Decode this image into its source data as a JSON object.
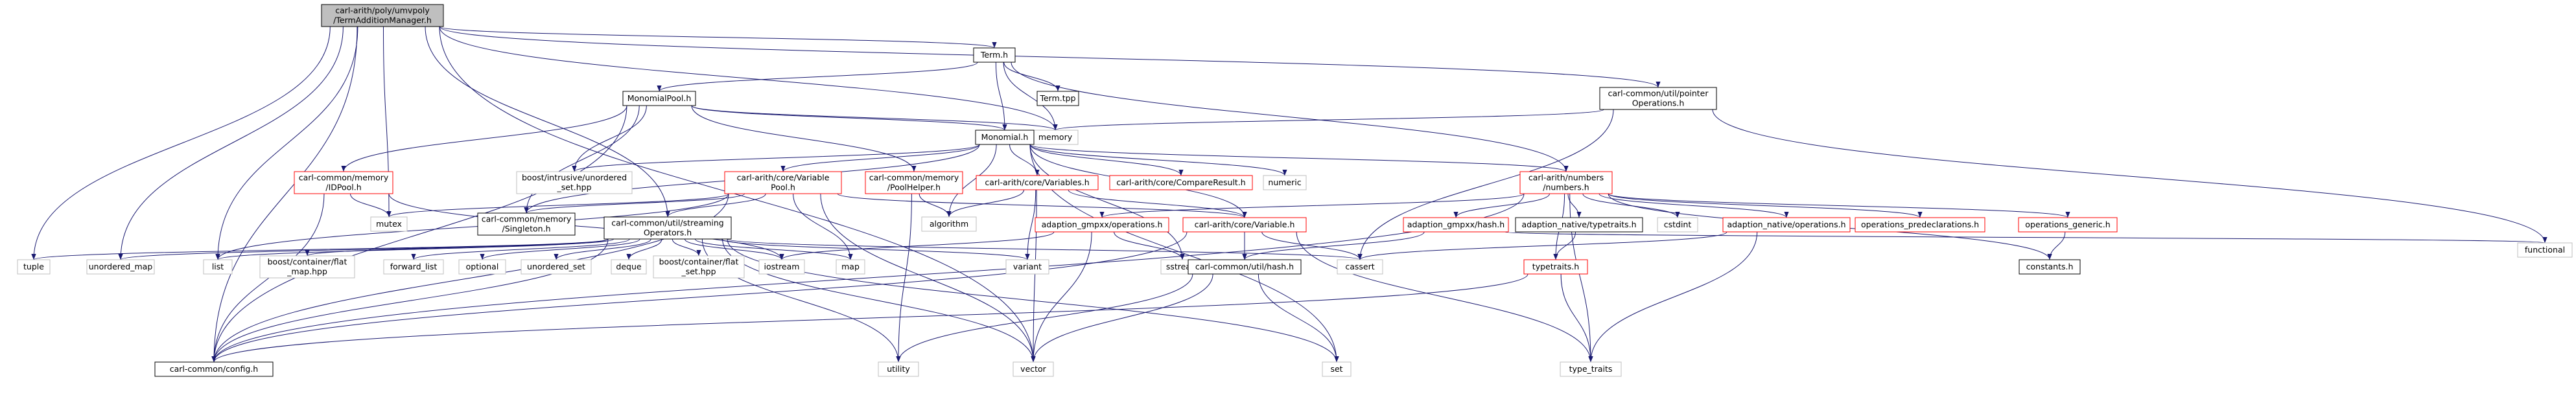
{
  "diagram": {
    "type": "include-dependency-graph",
    "colors": {
      "edge": "#191970",
      "text": "#000000",
      "black_border": "#000000",
      "red_border": "#ff0000",
      "gray_border": "#bfbfbf",
      "root_fill": "#bfbfbf",
      "fill": "#ffffff"
    },
    "nodes": [
      {
        "id": "root",
        "lines": [
          "carl-arith/poly/umvpoly",
          "/TermAdditionManager.h"
        ],
        "style": "root"
      },
      {
        "id": "term_h",
        "lines": [
          "Term.h"
        ],
        "style": "black"
      },
      {
        "id": "monomialpool",
        "lines": [
          "MonomialPool.h"
        ],
        "style": "black"
      },
      {
        "id": "term_tpp",
        "lines": [
          "Term.tpp"
        ],
        "style": "black"
      },
      {
        "id": "pointerops",
        "lines": [
          "carl-common/util/pointer",
          "Operations.h"
        ],
        "style": "black"
      },
      {
        "id": "memory",
        "lines": [
          "memory"
        ],
        "style": "gray"
      },
      {
        "id": "monomial",
        "lines": [
          "Monomial.h"
        ],
        "style": "black"
      },
      {
        "id": "iopool",
        "lines": [
          "carl-common/memory",
          "/IDPool.h"
        ],
        "style": "red"
      },
      {
        "id": "boostintrusive",
        "lines": [
          "boost/intrusive/unordered",
          "_set.hpp"
        ],
        "style": "gray"
      },
      {
        "id": "varpool",
        "lines": [
          "carl-arith/core/Variable",
          "Pool.h"
        ],
        "style": "red"
      },
      {
        "id": "poolhelper",
        "lines": [
          "carl-common/memory",
          "/PoolHelper.h"
        ],
        "style": "red"
      },
      {
        "id": "variables",
        "lines": [
          "carl-arith/core/Variables.h"
        ],
        "style": "red"
      },
      {
        "id": "compareresult",
        "lines": [
          "carl-arith/core/CompareResult.h"
        ],
        "style": "red"
      },
      {
        "id": "numeric",
        "lines": [
          "numeric"
        ],
        "style": "gray"
      },
      {
        "id": "numbers",
        "lines": [
          "carl-arith/numbers",
          "/numbers.h"
        ],
        "style": "red"
      },
      {
        "id": "functional",
        "lines": [
          "functional"
        ],
        "style": "gray"
      },
      {
        "id": "mutex",
        "lines": [
          "mutex"
        ],
        "style": "gray"
      },
      {
        "id": "singleton",
        "lines": [
          "carl-common/memory",
          "/Singleton.h"
        ],
        "style": "black"
      },
      {
        "id": "algorithm",
        "lines": [
          "algorithm"
        ],
        "style": "gray"
      },
      {
        "id": "streaming",
        "lines": [
          "carl-common/util/streaming",
          "Operators.h"
        ],
        "style": "black"
      },
      {
        "id": "variable",
        "lines": [
          "carl-arith/core/Variable.h"
        ],
        "style": "red"
      },
      {
        "id": "gmpxxops",
        "lines": [
          "adaption_gmpxx/operations.h"
        ],
        "style": "red"
      },
      {
        "id": "sstream",
        "lines": [
          "sstream"
        ],
        "style": "gray"
      },
      {
        "id": "gmpxxhash",
        "lines": [
          "adaption_gmpxx/hash.h"
        ],
        "style": "red"
      },
      {
        "id": "nativetypetraits",
        "lines": [
          "adaption_native/typetraits.h"
        ],
        "style": "black"
      },
      {
        "id": "cstdint",
        "lines": [
          "cstdint"
        ],
        "style": "gray"
      },
      {
        "id": "nativeops",
        "lines": [
          "adaption_native/operations.h"
        ],
        "style": "red"
      },
      {
        "id": "predecl",
        "lines": [
          "operations_predeclarations.h"
        ],
        "style": "red"
      },
      {
        "id": "opsgeneric",
        "lines": [
          "operations_generic.h"
        ],
        "style": "red"
      },
      {
        "id": "tuple",
        "lines": [
          "tuple"
        ],
        "style": "gray"
      },
      {
        "id": "unordered_map",
        "lines": [
          "unordered_map"
        ],
        "style": "gray"
      },
      {
        "id": "list",
        "lines": [
          "list"
        ],
        "style": "gray"
      },
      {
        "id": "flatmap",
        "lines": [
          "boost/container/flat",
          "_map.hpp"
        ],
        "style": "gray"
      },
      {
        "id": "forward_list",
        "lines": [
          "forward_list"
        ],
        "style": "gray"
      },
      {
        "id": "optional",
        "lines": [
          "optional"
        ],
        "style": "gray"
      },
      {
        "id": "unordered_set",
        "lines": [
          "unordered_set"
        ],
        "style": "gray"
      },
      {
        "id": "deque",
        "lines": [
          "deque"
        ],
        "style": "gray"
      },
      {
        "id": "flatset",
        "lines": [
          "boost/container/flat",
          "_set.hpp"
        ],
        "style": "gray"
      },
      {
        "id": "iostream",
        "lines": [
          "iostream"
        ],
        "style": "gray"
      },
      {
        "id": "map",
        "lines": [
          "map"
        ],
        "style": "gray"
      },
      {
        "id": "variant",
        "lines": [
          "variant"
        ],
        "style": "gray"
      },
      {
        "id": "cassert",
        "lines": [
          "cassert"
        ],
        "style": "gray"
      },
      {
        "id": "utilhash",
        "lines": [
          "carl-common/util/hash.h"
        ],
        "style": "black"
      },
      {
        "id": "typetraits_h",
        "lines": [
          "typetraits.h"
        ],
        "style": "red"
      },
      {
        "id": "constants",
        "lines": [
          "constants.h"
        ],
        "style": "black"
      },
      {
        "id": "config",
        "lines": [
          "carl-common/config.h"
        ],
        "style": "black"
      },
      {
        "id": "utility",
        "lines": [
          "utility"
        ],
        "style": "gray"
      },
      {
        "id": "vector",
        "lines": [
          "vector"
        ],
        "style": "gray"
      },
      {
        "id": "set",
        "lines": [
          "set"
        ],
        "style": "gray"
      },
      {
        "id": "type_traits",
        "lines": [
          "type_traits"
        ],
        "style": "gray"
      }
    ],
    "edges": [
      [
        "root",
        "term_h"
      ],
      [
        "root",
        "pointerops"
      ],
      [
        "root",
        "memory"
      ],
      [
        "root",
        "mutex"
      ],
      [
        "root",
        "streaming"
      ],
      [
        "root",
        "vector"
      ],
      [
        "root",
        "config"
      ],
      [
        "root",
        "tuple"
      ],
      [
        "root",
        "unordered_map"
      ],
      [
        "root",
        "list"
      ],
      [
        "term_h",
        "monomialpool"
      ],
      [
        "term_h",
        "term_tpp"
      ],
      [
        "term_h",
        "memory"
      ],
      [
        "term_h",
        "monomial"
      ],
      [
        "term_h",
        "numbers"
      ],
      [
        "pointerops",
        "memory"
      ],
      [
        "pointerops",
        "functional"
      ],
      [
        "pointerops",
        "cassert"
      ],
      [
        "monomialpool",
        "memory"
      ],
      [
        "monomialpool",
        "monomial"
      ],
      [
        "monomialpool",
        "iopool"
      ],
      [
        "monomialpool",
        "boostintrusive"
      ],
      [
        "monomialpool",
        "poolhelper"
      ],
      [
        "monomialpool",
        "singleton"
      ],
      [
        "monomialpool",
        "config"
      ],
      [
        "monomial",
        "varpool"
      ],
      [
        "monomial",
        "boostintrusive"
      ],
      [
        "monomial",
        "variables"
      ],
      [
        "monomial",
        "compareresult"
      ],
      [
        "monomial",
        "numeric"
      ],
      [
        "monomial",
        "numbers"
      ],
      [
        "monomial",
        "algorithm"
      ],
      [
        "monomial",
        "variable"
      ],
      [
        "monomial",
        "sstream"
      ],
      [
        "monomial",
        "set"
      ],
      [
        "monomial",
        "singleton"
      ],
      [
        "iopool",
        "mutex"
      ],
      [
        "iopool",
        "config"
      ],
      [
        "iopool",
        "iostream"
      ],
      [
        "varpool",
        "mutex"
      ],
      [
        "varpool",
        "singleton"
      ],
      [
        "varpool",
        "variable"
      ],
      [
        "varpool",
        "streaming"
      ],
      [
        "varpool",
        "map"
      ],
      [
        "varpool",
        "vector"
      ],
      [
        "varpool",
        "list"
      ],
      [
        "varpool",
        "config"
      ],
      [
        "poolhelper",
        "algorithm"
      ],
      [
        "poolhelper",
        "utility"
      ],
      [
        "variables",
        "algorithm"
      ],
      [
        "variables",
        "variant"
      ],
      [
        "variables",
        "variable"
      ],
      [
        "variables",
        "vector"
      ],
      [
        "numbers",
        "gmpxxops"
      ],
      [
        "numbers",
        "gmpxxhash"
      ],
      [
        "numbers",
        "nativetypetraits"
      ],
      [
        "numbers",
        "cstdint"
      ],
      [
        "numbers",
        "nativeops"
      ],
      [
        "numbers",
        "predecl"
      ],
      [
        "numbers",
        "opsgeneric"
      ],
      [
        "numbers",
        "constants"
      ],
      [
        "numbers",
        "typetraits_h"
      ],
      [
        "numbers",
        "type_traits"
      ],
      [
        "numbers",
        "config"
      ],
      [
        "streaming",
        "tuple"
      ],
      [
        "streaming",
        "unordered_map"
      ],
      [
        "streaming",
        "list"
      ],
      [
        "streaming",
        "flatmap"
      ],
      [
        "streaming",
        "forward_list"
      ],
      [
        "streaming",
        "optional"
      ],
      [
        "streaming",
        "unordered_set"
      ],
      [
        "streaming",
        "deque"
      ],
      [
        "streaming",
        "flatset"
      ],
      [
        "streaming",
        "iostream"
      ],
      [
        "streaming",
        "map"
      ],
      [
        "streaming",
        "variant"
      ],
      [
        "streaming",
        "set"
      ],
      [
        "streaming",
        "vector"
      ],
      [
        "streaming",
        "utility"
      ],
      [
        "streaming",
        "config"
      ],
      [
        "streaming",
        "cassert"
      ],
      [
        "variable",
        "utilhash"
      ],
      [
        "variable",
        "cassert"
      ],
      [
        "variable",
        "config"
      ],
      [
        "variable",
        "type_traits"
      ],
      [
        "gmpxxops",
        "sstream"
      ],
      [
        "gmpxxops",
        "vector"
      ],
      [
        "gmpxxops",
        "iostream"
      ],
      [
        "gmpxxhash",
        "utilhash"
      ],
      [
        "gmpxxhash",
        "functional"
      ],
      [
        "nativetypetraits",
        "typetraits_h"
      ],
      [
        "nativeops",
        "cassert"
      ],
      [
        "nativeops",
        "type_traits"
      ],
      [
        "opsgeneric",
        "constants"
      ],
      [
        "utilhash",
        "set"
      ],
      [
        "utilhash",
        "vector"
      ],
      [
        "utilhash",
        "utility"
      ],
      [
        "typetraits_h",
        "type_traits"
      ],
      [
        "typetraits_h",
        "config"
      ]
    ]
  }
}
